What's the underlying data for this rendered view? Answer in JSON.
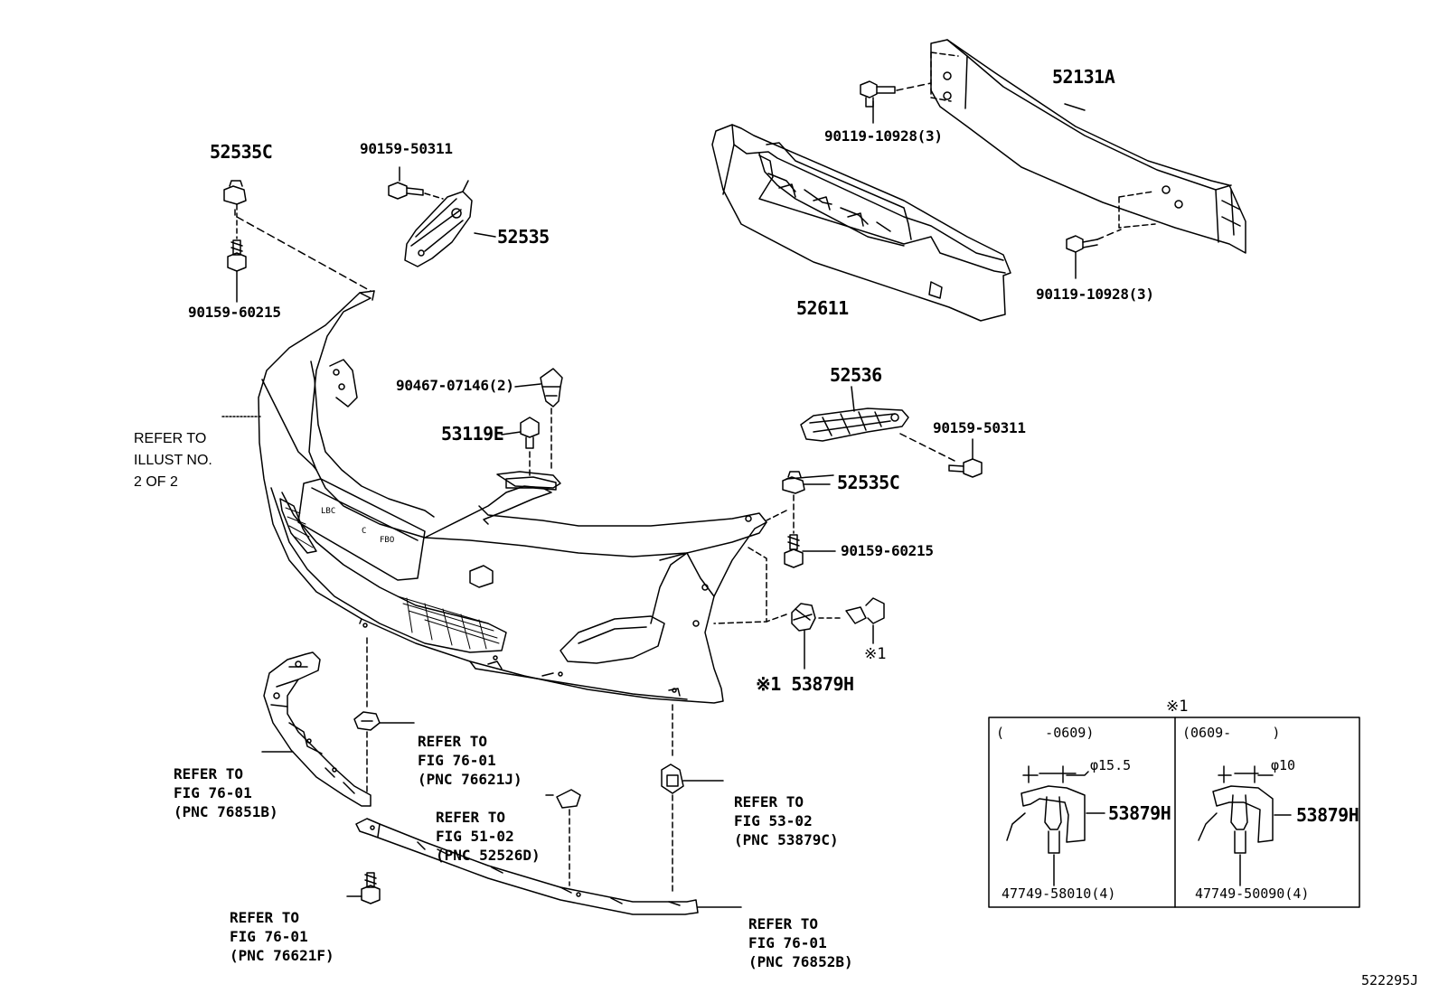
{
  "parts": {
    "reinforcement": "52131A",
    "bolt_upper": "90119-10928(3)",
    "bolt_lower": "90119-10928(3)",
    "absorber": "52611",
    "retainer_top": "52535C",
    "screw_top": "90159-50311",
    "bracket_left": "52535",
    "screw_left_lower": "90159-60215",
    "clip_mid": "90467-07146(2)",
    "clip_53119e": "53119E",
    "bracket_right": "52536",
    "screw_right": "90159-50311",
    "retainer_right": "52535C",
    "screw_right_lower": "90159-60215",
    "sensor_label": "※1 53879H",
    "sensor_ref": "※1",
    "illust_code": "522295J"
  },
  "refs": {
    "illust": [
      "REFER TO",
      "ILLUST NO.",
      "2 OF 2"
    ],
    "fig_76_01_j": [
      "REFER TO",
      "FIG 76-01",
      "(PNC 76621J)"
    ],
    "fig_76_01_b": [
      "REFER TO",
      "FIG 76-01",
      "(PNC 76851B)"
    ],
    "fig_51_02": [
      "REFER TO",
      "FIG 51-02",
      "(PNC 52526D)"
    ],
    "fig_53_02": [
      "REFER TO",
      "FIG 53-02",
      "(PNC 53879C)"
    ],
    "fig_76_01_f": [
      "REFER TO",
      "FIG 76-01",
      "(PNC 76621F)"
    ],
    "fig_76_01_852": [
      "REFER TO",
      "FIG 76-01",
      "(PNC 76852B)"
    ]
  },
  "inset": {
    "title": "※1",
    "left": {
      "range": "(     -0609)",
      "dim": "φ15.5",
      "part": "53879H",
      "sub": "47749-58010(4)"
    },
    "right": {
      "range": "(0609-     )",
      "dim": "φ10",
      "part": "53879H",
      "sub": "47749-50090(4)"
    }
  }
}
